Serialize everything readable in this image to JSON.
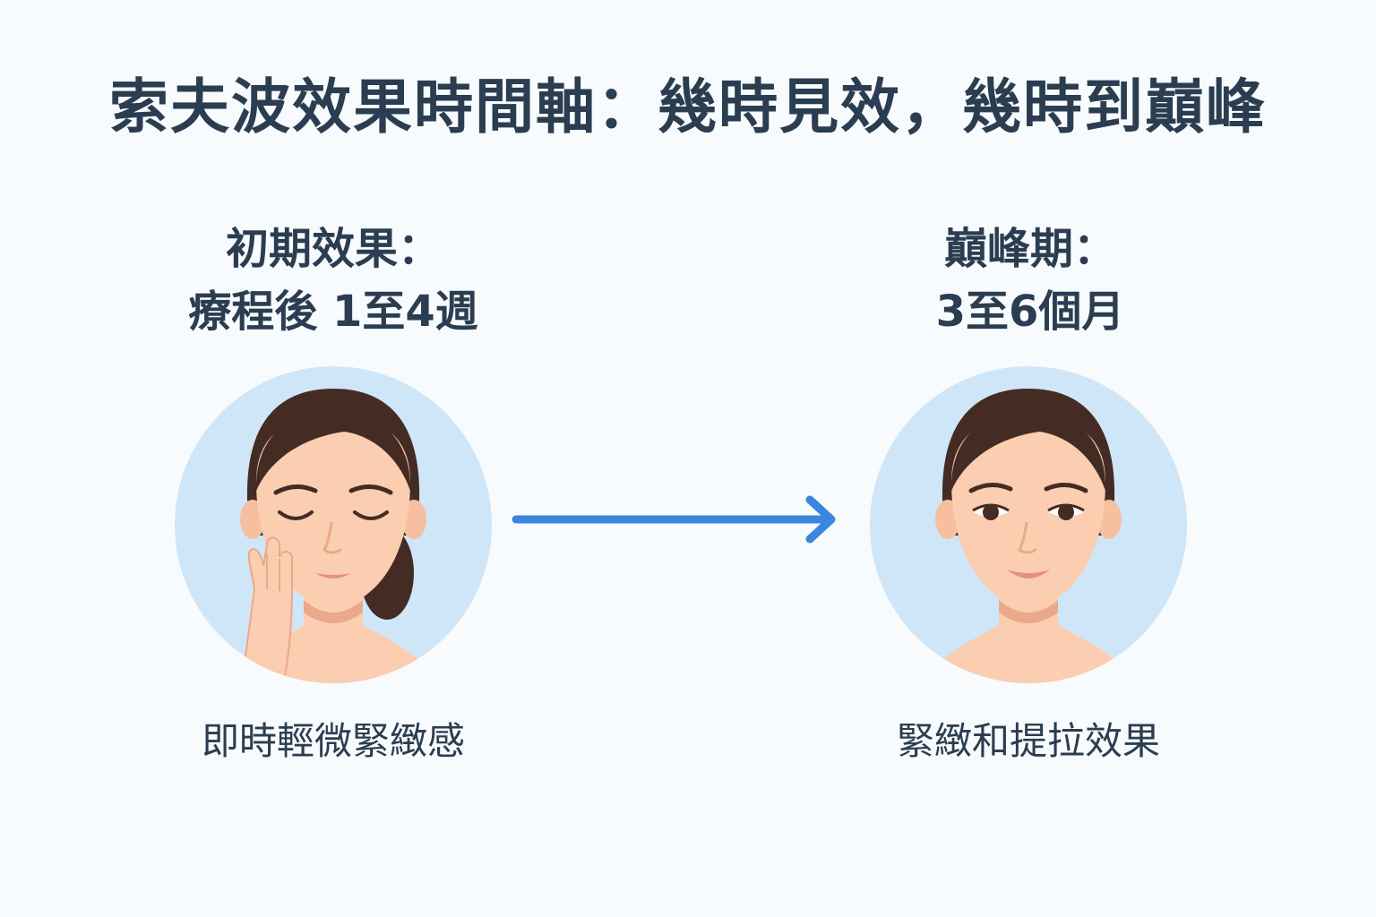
{
  "title": "索夫波效果時間軸：幾時見效，幾時到巔峰",
  "phases": [
    {
      "heading": "初期效果：",
      "period": "療程後 1至4週",
      "caption": "即時輕微緊緻感"
    },
    {
      "heading": "巔峰期：",
      "period": "3至6個月",
      "caption": "緊緻和提拉效果"
    }
  ],
  "colors": {
    "text": "#2b3d51",
    "circle": "#cfe6f8",
    "skin": "#fbcdb1",
    "hair": "#442c24",
    "arrow": "#3a86e0"
  }
}
